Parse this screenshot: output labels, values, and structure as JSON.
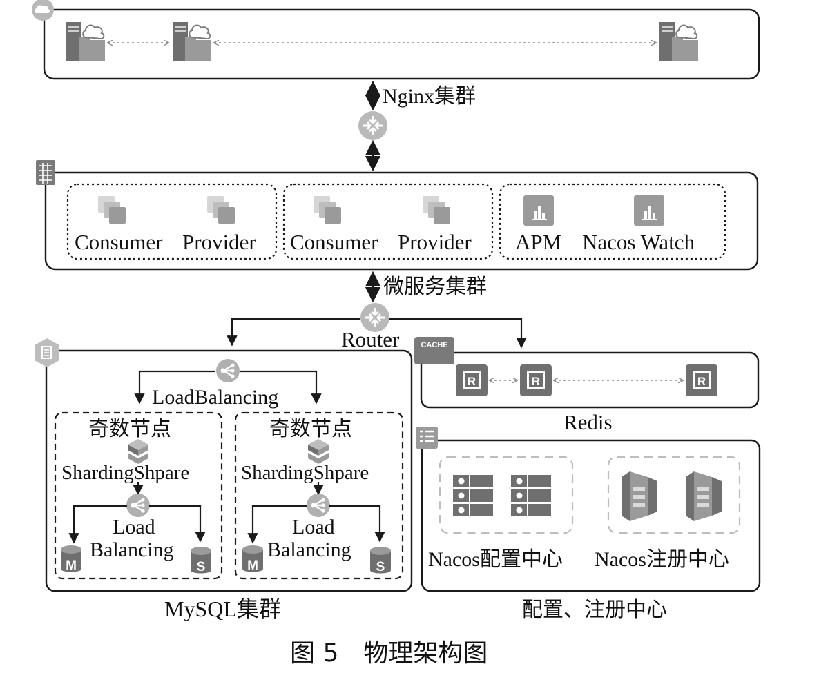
{
  "nginx": {
    "label": "Nginx集群",
    "icon_corner": "cloud-icon",
    "node_icon": "server-cloud-icon"
  },
  "microservice": {
    "label": "微服务集群",
    "icon_corner": "table-grid-icon",
    "groups": [
      {
        "left": "Consumer",
        "right": "Provider",
        "icon": "stacked-squares-icon"
      },
      {
        "left": "Consumer",
        "right": "Provider",
        "icon": "stacked-squares-icon"
      },
      {
        "left": "APM",
        "right": "Nacos Watch",
        "icon": "bar-chart-icon"
      }
    ]
  },
  "router": {
    "label": "Router",
    "icon": "router-icon"
  },
  "mysql": {
    "label": "MySQL集群",
    "icon_corner": "document-hexagon-icon",
    "top_lb": "LoadBalancing",
    "groups": [
      {
        "title": "奇数节点",
        "sharding": "ShardingShpare",
        "lb_line1": "Load",
        "lb_line2": "Balancing",
        "master": "M",
        "slave": "S"
      },
      {
        "title": "奇数节点",
        "sharding": "ShardingShpare",
        "lb_line1": "Load",
        "lb_line2": "Balancing",
        "master": "M",
        "slave": "S"
      }
    ]
  },
  "redis": {
    "label": "Redis",
    "tag": "CACHE",
    "node": "R"
  },
  "config": {
    "label": "配置、注册中心",
    "icon_corner": "list-icon",
    "left": "Nacos配置中心",
    "right": "Nacos注册中心"
  },
  "caption": "图 5　物理架构图"
}
